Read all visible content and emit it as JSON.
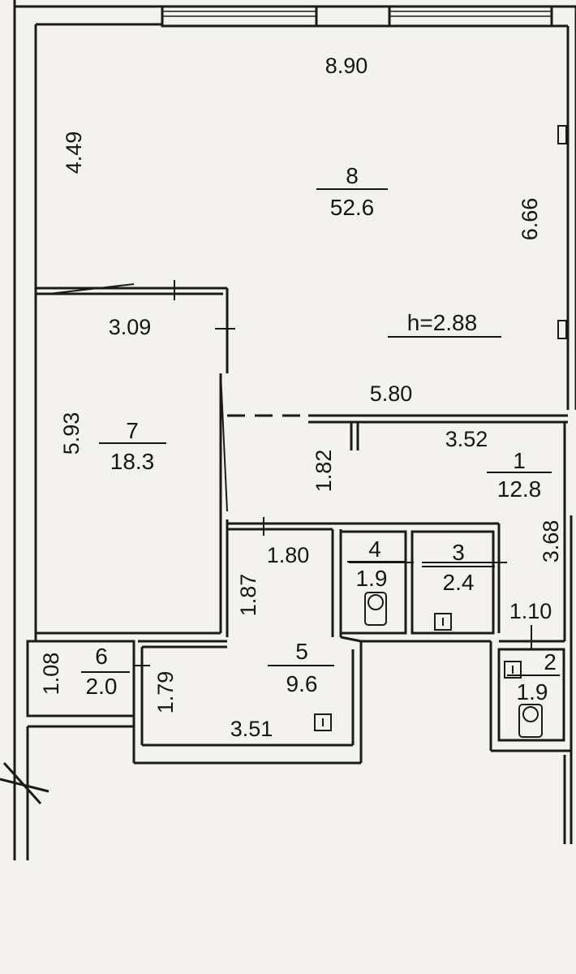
{
  "rooms": [
    {
      "number": "8",
      "area": "52.6"
    },
    {
      "number": "7",
      "area": "18.3"
    },
    {
      "number": "1",
      "area": "12.8"
    },
    {
      "number": "5",
      "area": "9.6"
    },
    {
      "number": "4",
      "area": "1.9"
    },
    {
      "number": "3",
      "area": "2.4"
    },
    {
      "number": "6",
      "area": "2.0"
    },
    {
      "number": "2",
      "area": "1.9"
    }
  ],
  "ceiling_height": "h=2.88",
  "dimensions": {
    "room8_top": "8.90",
    "room8_left": "4.49",
    "room8_right": "6.66",
    "room8_bottom": "5.80",
    "room7_top": "3.09",
    "room7_left": "5.93",
    "corridor": "1.82",
    "room1_top": "3.52",
    "room1_right": "3.68",
    "room1_lower": "1.10",
    "room5_top": "1.80",
    "room5_left": "1.87",
    "room5_inner": "1.79",
    "room5_bottom": "3.51",
    "room6_left": "1.08"
  },
  "colors": {
    "wall": "#1b1b1b",
    "paper": "#f3f2ee",
    "ink": "#161616"
  }
}
